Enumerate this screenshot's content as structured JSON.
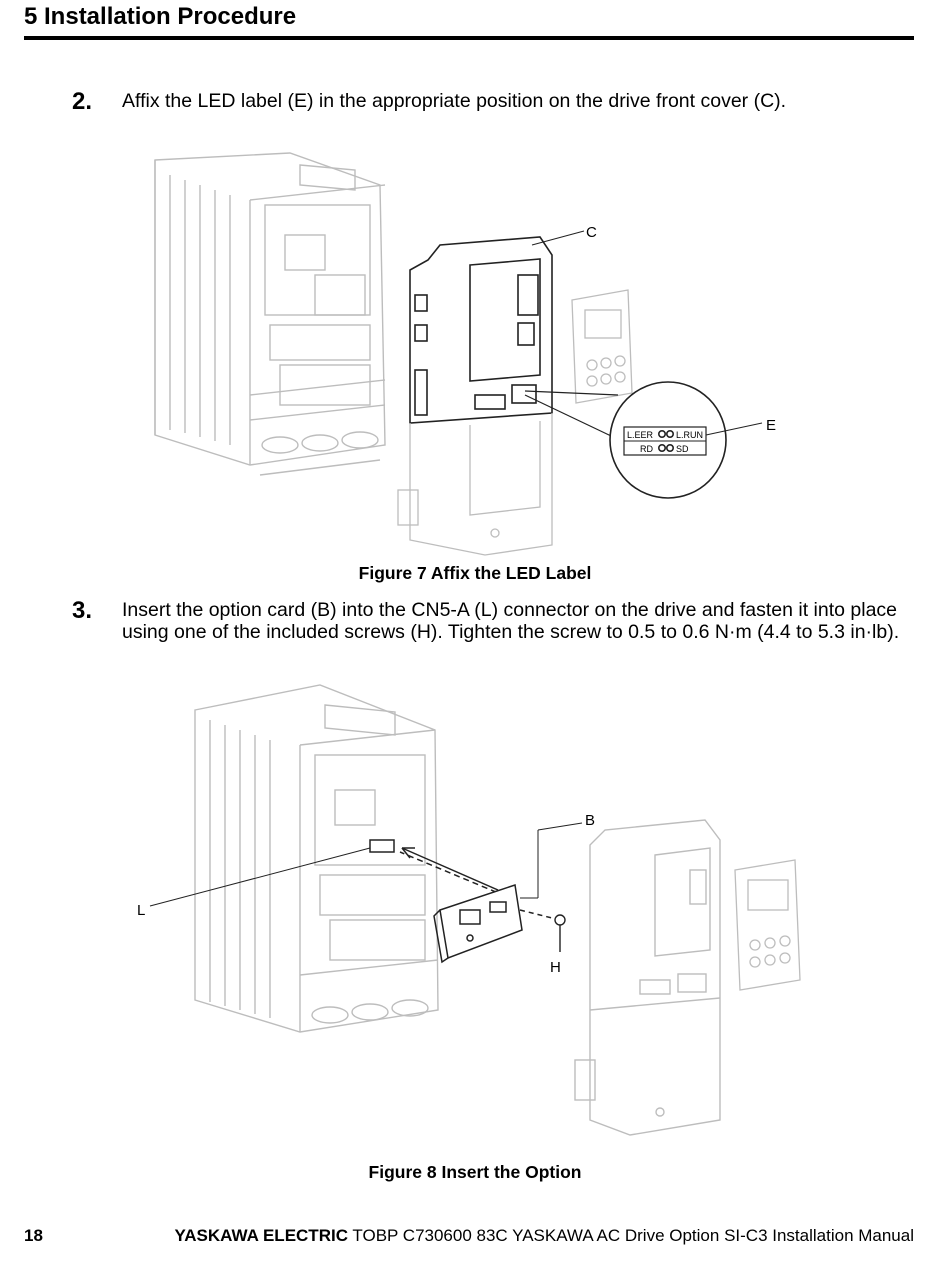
{
  "header": {
    "title": "5  Installation Procedure"
  },
  "steps": [
    {
      "number": "2.",
      "text": "Affix the LED label (E) in the appropriate position on the drive front cover (C)."
    },
    {
      "number": "3.",
      "text": "Insert the option card (B) into the CN5-A (L) connector on the drive and fasten it into place using one of the included screws (H). Tighten the screw to 0.5 to 0.6 N·m (4.4 to 5.3 in·lb)."
    }
  ],
  "figure7": {
    "caption": "Figure 7  Affix the LED Label",
    "callouts": {
      "cover": "C",
      "led_label": "E"
    },
    "led_label": {
      "top_left": "L.EER",
      "top_right": "L.RUN",
      "bottom_left": "RD",
      "bottom_right": "SD"
    }
  },
  "figure8": {
    "caption": "Figure 8  Insert the Option",
    "callouts": {
      "option_card": "B",
      "connector": "L",
      "screw": "H"
    }
  },
  "footer": {
    "page_number": "18",
    "brand": "YASKAWA ELECTRIC",
    "document": " TOBP C730600 83C YASKAWA AC Drive Option SI-C3 Installation Manual"
  }
}
